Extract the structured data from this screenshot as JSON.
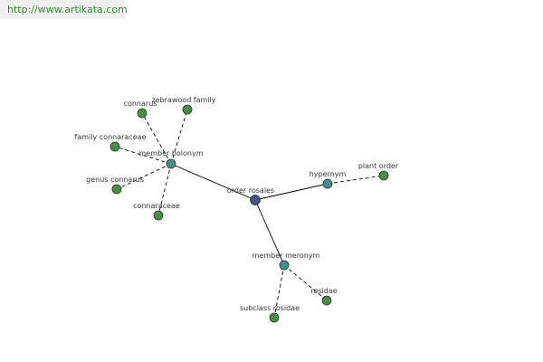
{
  "header": {
    "url_text": "http://www.artikata.com"
  },
  "colors": {
    "center_node": "#4a4f8a",
    "relation_node": "#4a8a8a",
    "leaf_node": "#4a8a4a",
    "node_stroke": "#2a3a2a",
    "edge": "#000000"
  },
  "graph": {
    "nodes": [
      {
        "id": "order_rosales",
        "label": "order rosales",
        "kind": "center"
      },
      {
        "id": "member_holonym",
        "label": "member holonym",
        "kind": "relation"
      },
      {
        "id": "hypernym",
        "label": "hypernym",
        "kind": "relation"
      },
      {
        "id": "member_meronym",
        "label": "member meronym",
        "kind": "relation"
      },
      {
        "id": "connarus",
        "label": "connarus",
        "kind": "leaf"
      },
      {
        "id": "zebrawood_family",
        "label": "zebrawood family",
        "kind": "leaf"
      },
      {
        "id": "family_connaraceae",
        "label": "family connaraceae",
        "kind": "leaf"
      },
      {
        "id": "genus_connarus",
        "label": "genus connarus",
        "kind": "leaf"
      },
      {
        "id": "connaraceae",
        "label": "connaraceae",
        "kind": "leaf"
      },
      {
        "id": "plant_order",
        "label": "plant order",
        "kind": "leaf"
      },
      {
        "id": "rosidae",
        "label": "rosidae",
        "kind": "leaf"
      },
      {
        "id": "subclass_rosidae",
        "label": "subclass rosidae",
        "kind": "leaf"
      }
    ],
    "edges": [
      {
        "from": "order_rosales",
        "to": "member_holonym",
        "style": "solid"
      },
      {
        "from": "order_rosales",
        "to": "hypernym",
        "style": "solid"
      },
      {
        "from": "order_rosales",
        "to": "member_meronym",
        "style": "solid"
      },
      {
        "from": "member_holonym",
        "to": "connarus",
        "style": "dashed"
      },
      {
        "from": "member_holonym",
        "to": "zebrawood_family",
        "style": "dashed"
      },
      {
        "from": "member_holonym",
        "to": "family_connaraceae",
        "style": "dashed"
      },
      {
        "from": "member_holonym",
        "to": "genus_connarus",
        "style": "dashed"
      },
      {
        "from": "member_holonym",
        "to": "connaraceae",
        "style": "dashed"
      },
      {
        "from": "hypernym",
        "to": "plant_order",
        "style": "dashed"
      },
      {
        "from": "member_meronym",
        "to": "rosidae",
        "style": "dashed"
      },
      {
        "from": "member_meronym",
        "to": "subclass_rosidae",
        "style": "dashed"
      }
    ]
  }
}
